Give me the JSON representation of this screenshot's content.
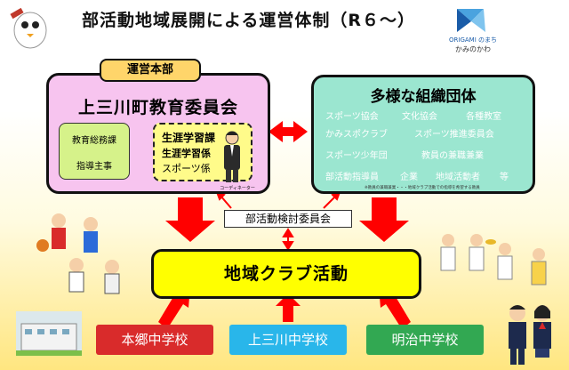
{
  "title": "部活動地域展開による運営体制（R６～）",
  "logo": {
    "line1": "ORIGAMI のまち",
    "line2": "かみのかわ"
  },
  "left": {
    "hq_label": "運営本部",
    "board": "上三川町教育委員会",
    "kyoiku": [
      "教育総務課",
      "指導主事"
    ],
    "shogai": {
      "line1": "生涯学習課",
      "line2": "生涯学習係",
      "line3": "スポーツ係"
    },
    "coordinator": "コーディネーター"
  },
  "right": {
    "title": "多様な組織団体",
    "orgs": [
      [
        "スポーツ協会",
        "文化協会",
        "各種教室"
      ],
      [
        "かみスポクラブ",
        "スポーツ推進委員会"
      ],
      [
        "スポーツ少年団",
        "教員の兼職兼業"
      ],
      [
        "部活動指導員",
        "企業",
        "地域活動者",
        "等"
      ]
    ],
    "note": "※教員の兼職兼業・・・地域クラブ活動での指導を希望する教員"
  },
  "committee": "部活動検討委員会",
  "club": "地域クラブ活動",
  "schools": [
    "本郷中学校",
    "上三川中学校",
    "明治中学校"
  ],
  "colors": {
    "arrow": "#ff0000",
    "left_panel": "#f7c4ef",
    "right_panel": "#9be6d0",
    "club": "#ffff00"
  }
}
